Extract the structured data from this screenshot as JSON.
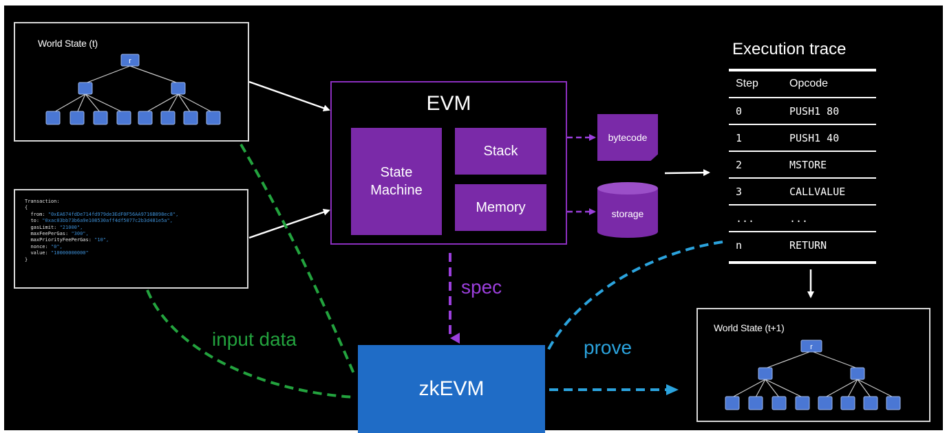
{
  "world_state_t": {
    "title": "World State (t)",
    "root_label": "r"
  },
  "world_state_t1": {
    "title": "World State (t+1)",
    "root_label": "r"
  },
  "transaction": {
    "header": "Transaction:",
    "open": "{",
    "close": "}",
    "fields": [
      {
        "key": "from: ",
        "value": "\"0xEA674fdDe714fd979de3EdF0F56AA9716B898ec8\","
      },
      {
        "key": "to: ",
        "value": "\"0xac03bb73b6a9e108530aff4df5077c2b3d481e5a\","
      },
      {
        "key": "gasLimit: ",
        "value": "\"21000\","
      },
      {
        "key": "maxFeePerGas: ",
        "value": "\"300\","
      },
      {
        "key": "maxPriorityFeePerGas: ",
        "value": "\"10\","
      },
      {
        "key": "nonce: ",
        "value": "\"0\","
      },
      {
        "key": "value: ",
        "value": "\"10000000000\""
      }
    ]
  },
  "evm": {
    "title": "EVM",
    "state_machine": "State Machine",
    "stack": "Stack",
    "memory": "Memory",
    "bytecode": "bytecode",
    "storage": "storage"
  },
  "zkevm": {
    "label": "zkEVM"
  },
  "edge_labels": {
    "spec": "spec",
    "input_data": "input data",
    "prove": "prove"
  },
  "execution_trace": {
    "title": "Execution trace",
    "headers": [
      "Step",
      "Opcode"
    ],
    "rows": [
      [
        "0",
        "PUSH1 80"
      ],
      [
        "1",
        "PUSH1 40"
      ],
      [
        "2",
        "MSTORE"
      ],
      [
        "3",
        "CALLVALUE"
      ],
      [
        "...",
        "..."
      ],
      [
        "n",
        "RETURN"
      ]
    ]
  },
  "colors": {
    "background": "#000000",
    "evm_purple": "#7a2aa8",
    "evm_border": "#8c2fc0",
    "zkevm_blue": "#1f6cc6",
    "node_blue": "#4a77d4",
    "input_green": "#23a33e",
    "prove_blue": "#2ba3dd",
    "spec_purple": "#9b3fdc"
  }
}
